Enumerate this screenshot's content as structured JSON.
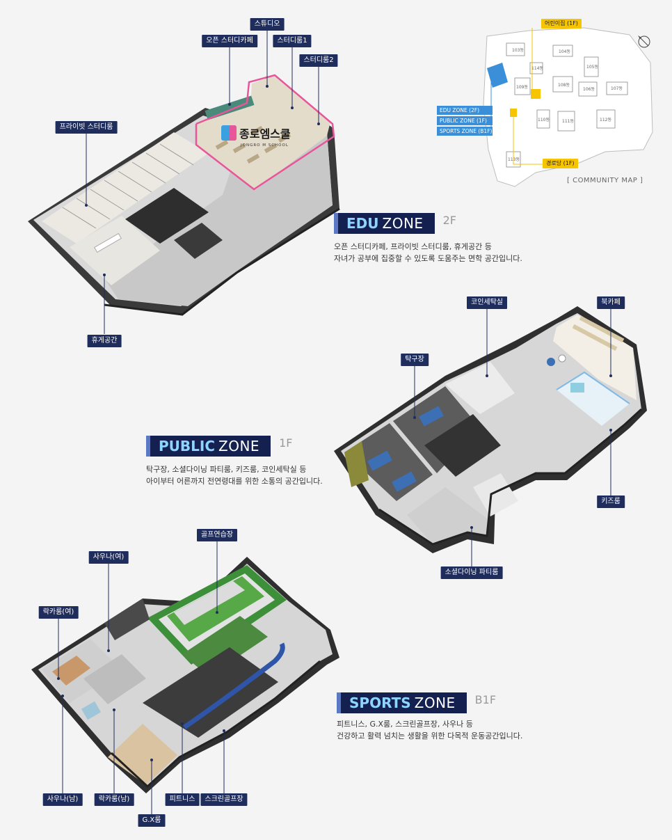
{
  "map": {
    "caption": "[ COMMUNITY MAP ]",
    "yellow_labels": {
      "nursery": "어린이집 (1F)",
      "senior": "경로당 (1F)"
    },
    "legend": {
      "edu": "EDU ZONE (2F)",
      "public": "PUBLIC ZONE (1F)",
      "sports": "SPORTS ZONE (B1F)"
    },
    "buildings": [
      "103동",
      "104동",
      "105동",
      "106동",
      "107동",
      "108동",
      "109동",
      "110동",
      "111동",
      "112동",
      "113동",
      "114동"
    ],
    "compass_icon": "compass-icon"
  },
  "edu": {
    "zone_highlight": "EDU",
    "zone_rest": "ZONE",
    "floor": "2F",
    "desc1": "오픈 스터디카페, 프라이빗 스터디룸, 휴게공간 등",
    "desc2": "자녀가 공부에 집중할 수 있도록 도움주는 면학 공간입니다.",
    "logo_main": "종로엠스쿨",
    "logo_sub": "JONGRO M SCHOOL",
    "labels": {
      "studio": "스튜디오",
      "open_cafe": "오픈 스터디카페",
      "room1": "스터디룸1",
      "room2": "스터디룸2",
      "private": "프라이빗 스터디룸",
      "rest": "휴게공간"
    }
  },
  "public": {
    "zone_highlight": "PUBLIC",
    "zone_rest": "ZONE",
    "floor": "1F",
    "desc1": "탁구장, 소셜다이닝 파티룸, 키즈룸, 코인세탁실 등",
    "desc2": "아이부터 어른까지 전연령대를 위한 소통의 공간입니다.",
    "labels": {
      "coin": "코인세탁실",
      "book": "북카페",
      "pingpong": "탁구장",
      "kids": "키즈룸",
      "social": "소셜다이닝 파티룸"
    }
  },
  "sports": {
    "zone_highlight": "SPORTS",
    "zone_rest": "ZONE",
    "floor": "B1F",
    "desc1": "피트니스, G.X룸, 스크린골프장, 사우나 등",
    "desc2": "건강하고 활력 넘치는 생활을 위한 다목적 운동공간입니다.",
    "labels": {
      "golf": "골프연습장",
      "sauna_w": "사우나(여)",
      "locker_w": "락카룸(여)",
      "sauna_m": "사우나(남)",
      "locker_m": "락카룸(남)",
      "fitness": "피트니스",
      "screen_golf": "스크린골프장",
      "gx": "G.X룸"
    }
  },
  "colors": {
    "navy": "#1f2d5c",
    "zone_bg": "#142050",
    "accent_blue": "#8fd3ff",
    "yellow": "#f6c400",
    "map_blue": "#3b8fd9",
    "highlight_pink": "#e8569a",
    "floor_grey": "#b8b8b8"
  }
}
